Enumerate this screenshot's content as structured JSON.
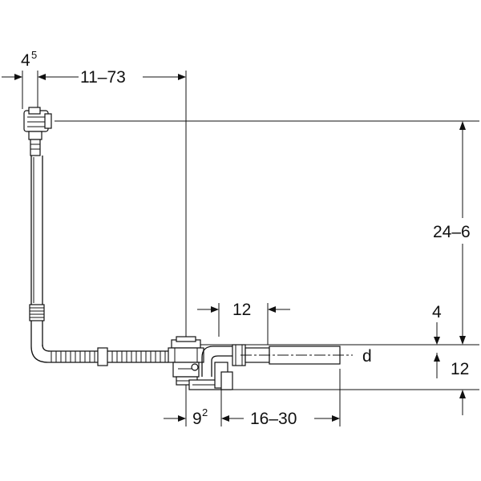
{
  "dimensions": {
    "overflow_offset": {
      "base": "4",
      "sup": "5"
    },
    "horizontal_span": "11–73",
    "vertical_height": "24–6",
    "spacing_top": "12",
    "drop_small": "4",
    "drop_right": "12",
    "outlet_offset": {
      "base": "9",
      "sup": "2"
    },
    "outlet_length": "16–30",
    "diameter_label": "d"
  }
}
